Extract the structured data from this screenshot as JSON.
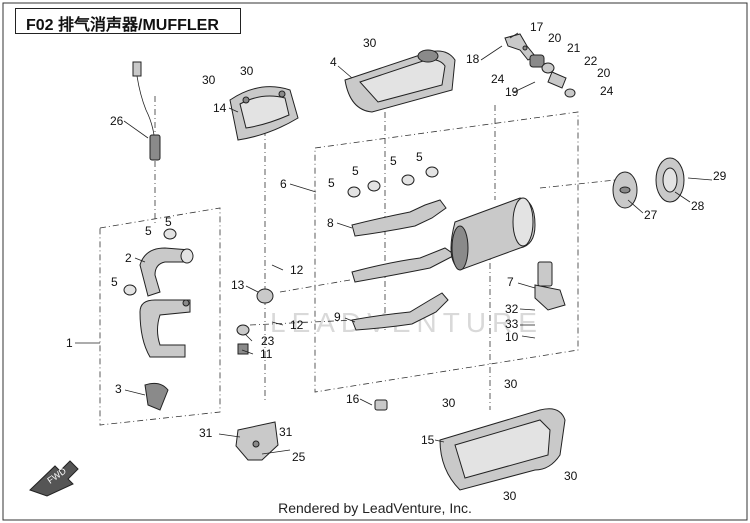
{
  "title": "F02 排气消声器/MUFFLER",
  "footer": "Rendered by LeadVenture, Inc.",
  "watermark": "LEADVENTURE",
  "fwd_label": "FWD",
  "callouts": [
    "1",
    "2",
    "3",
    "4",
    "5",
    "6",
    "7",
    "8",
    "9",
    "10",
    "11",
    "12",
    "13",
    "14",
    "15",
    "16",
    "17",
    "18",
    "19",
    "20",
    "21",
    "22",
    "23",
    "24",
    "25",
    "26",
    "27",
    "28",
    "29",
    "30",
    "31",
    "32",
    "33"
  ]
}
